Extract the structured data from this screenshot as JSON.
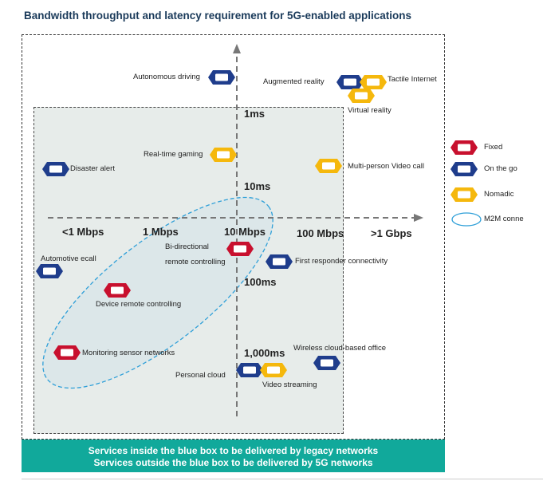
{
  "title": "Bandwidth throughput and latency requirement for 5G-enabled applications",
  "colors": {
    "fixed": "#c8102e",
    "on_the_go": "#1f3d8c",
    "nomadic": "#f5b80d",
    "m2m": "#2e9fd8",
    "banner": "#11a99b"
  },
  "x_axis_labels": [
    "<1 Mbps",
    "1 Mbps",
    "10 Mbps",
    "100 Mbps",
    ">1 Gbps"
  ],
  "y_axis_labels": [
    "1ms",
    "10ms",
    "100ms",
    "1,000ms"
  ],
  "applications": {
    "autonomous_driving": "Autonomous driving",
    "augmented_reality": "Augmented reality",
    "tactile_internet": "Tactile Internet",
    "virtual_reality": "Virtual reality",
    "realtime_gaming": "Real-time gaming",
    "disaster_alert": "Disaster alert",
    "multi_person_video": "Multi-person Video call",
    "automotive_ecall": "Automotive ecall",
    "bidirectional_1": "Bi-directional",
    "bidirectional_2": "remote controlling",
    "first_responder": "First responder connectivity",
    "device_remote": "Device remote controlling",
    "monitoring_sensor": "Monitoring sensor networks",
    "wireless_cloud": "Wireless cloud-based office",
    "personal_cloud": "Personal cloud",
    "video_streaming": "Video streaming"
  },
  "legend": {
    "fixed": "Fixed",
    "on_the_go": "On the go",
    "nomadic": "Nomadic",
    "m2m": "M2M conne"
  },
  "banner": {
    "line1": "Services inside the blue box to be delivered by legacy networks",
    "line2": "Services outside the blue box to be delivered by 5G networks"
  }
}
